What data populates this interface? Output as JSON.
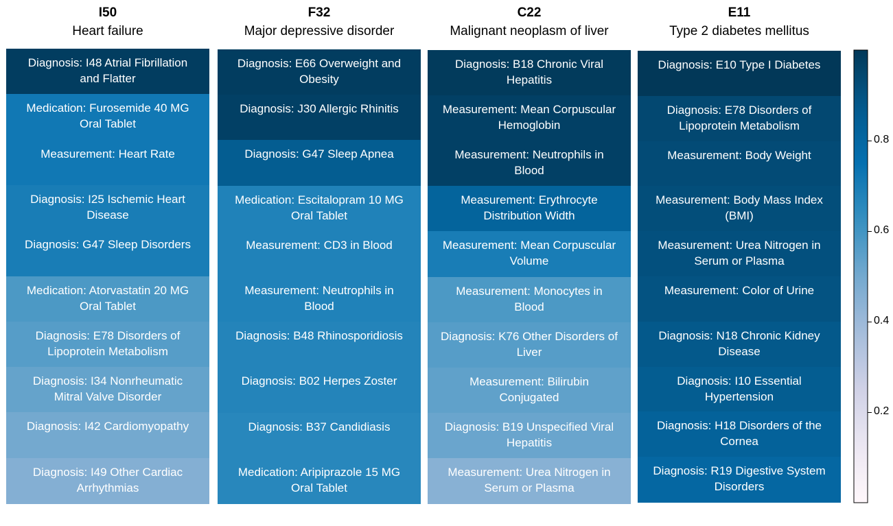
{
  "chart_data": {
    "type": "heatmap",
    "columns": [
      {
        "code": "I50",
        "name": "Heart failure",
        "rows": [
          {
            "label": "Diagnosis: I48 Atrial Fibrillation and Flatter",
            "value": 0.98
          },
          {
            "label": "Medication: Furosemide 40 MG Oral Tablet",
            "value": 0.72
          },
          {
            "label": "Measurement: Heart Rate",
            "value": 0.72
          },
          {
            "label": "Diagnosis: I25 Ischemic Heart Disease",
            "value": 0.7
          },
          {
            "label": "Diagnosis: G47 Sleep Disorders",
            "value": 0.7
          },
          {
            "label": "Medication: Atorvastatin 20 MG Oral Tablet",
            "value": 0.58
          },
          {
            "label": "Diagnosis: E78 Disorders of Lipoprotein Metabolism",
            "value": 0.56
          },
          {
            "label": "Diagnosis: I34 Nonrheumatic Mitral Valve Disorder",
            "value": 0.53
          },
          {
            "label": "Diagnosis: I42 Cardiomyopathy",
            "value": 0.5
          },
          {
            "label": "Diagnosis: I49 Other Cardiac Arrhythmias",
            "value": 0.46
          }
        ]
      },
      {
        "code": "F32",
        "name": "Major depressive disorder",
        "rows": [
          {
            "label": "Diagnosis: E66 Overweight and Obesity",
            "value": 0.98
          },
          {
            "label": "Diagnosis: J30 Allergic Rhinitis",
            "value": 0.97
          },
          {
            "label": "Diagnosis: G47 Sleep Apnea",
            "value": 0.86
          },
          {
            "label": "Medication: Escitalopram 10 MG Oral Tablet",
            "value": 0.68
          },
          {
            "label": "Measurement: CD3 in Blood",
            "value": 0.68
          },
          {
            "label": "Measurement: Neutrophils in Blood",
            "value": 0.68
          },
          {
            "label": "Diagnosis: B48 Rhinosporidiosis",
            "value": 0.67
          },
          {
            "label": "Diagnosis: B02 Herpes Zoster",
            "value": 0.67
          },
          {
            "label": "Diagnosis: B37 Candidiasis",
            "value": 0.66
          },
          {
            "label": "Medication: Aripiprazole 15 MG Oral Tablet",
            "value": 0.66
          }
        ]
      },
      {
        "code": "C22",
        "name": "Malignant neoplasm of liver",
        "rows": [
          {
            "label": "Diagnosis: B18 Chronic Viral Hepatitis",
            "value": 0.99
          },
          {
            "label": "Measurement: Mean Corpuscular Hemoglobin",
            "value": 0.97
          },
          {
            "label": "Measurement: Neutrophils in Blood",
            "value": 0.97
          },
          {
            "label": "Measurement: Erythrocyte Distribution Width",
            "value": 0.82
          },
          {
            "label": "Measurement: Mean Corpuscular Volume",
            "value": 0.7
          },
          {
            "label": "Measurement: Monocytes in Blood",
            "value": 0.58
          },
          {
            "label": "Diagnosis: K76 Other Disorders of Liver",
            "value": 0.56
          },
          {
            "label": "Measurement: Bilirubin Conjugated",
            "value": 0.54
          },
          {
            "label": "Diagnosis: B19 Unspecified Viral Hepatitis",
            "value": 0.52
          },
          {
            "label": "Measurement: Urea Nitrogen in Serum or Plasma",
            "value": 0.45
          }
        ]
      },
      {
        "code": "E11",
        "name": "Type 2 diabetes mellitus",
        "rows": [
          {
            "label": "Diagnosis: E10 Type I Diabetes",
            "value": 1.0
          },
          {
            "label": "Diagnosis: E78 Disorders of Lipoprotein Metabolism",
            "value": 0.94
          },
          {
            "label": "Measurement: Body Weight",
            "value": 0.93
          },
          {
            "label": "Measurement: Body Mass Index (BMI)",
            "value": 0.92
          },
          {
            "label": "Measurement: Urea Nitrogen in Serum or Plasma",
            "value": 0.91
          },
          {
            "label": "Measurement: Color of Urine",
            "value": 0.9
          },
          {
            "label": "Diagnosis: N18 Chronic Kidney Disease",
            "value": 0.88
          },
          {
            "label": "Diagnosis: I10 Essential Hypertension",
            "value": 0.86
          },
          {
            "label": "Diagnosis: H18 Disorders of the Cornea",
            "value": 0.83
          },
          {
            "label": "Diagnosis: R19 Digestive System Disorders",
            "value": 0.8
          }
        ]
      }
    ],
    "colorbar": {
      "range": [
        0.0,
        1.0
      ],
      "ticks": [
        0.2,
        0.4,
        0.6,
        0.8
      ],
      "tick_labels": [
        "0.2",
        "0.4",
        "0.6",
        "0.8"
      ],
      "colormap": "PuBu"
    }
  }
}
